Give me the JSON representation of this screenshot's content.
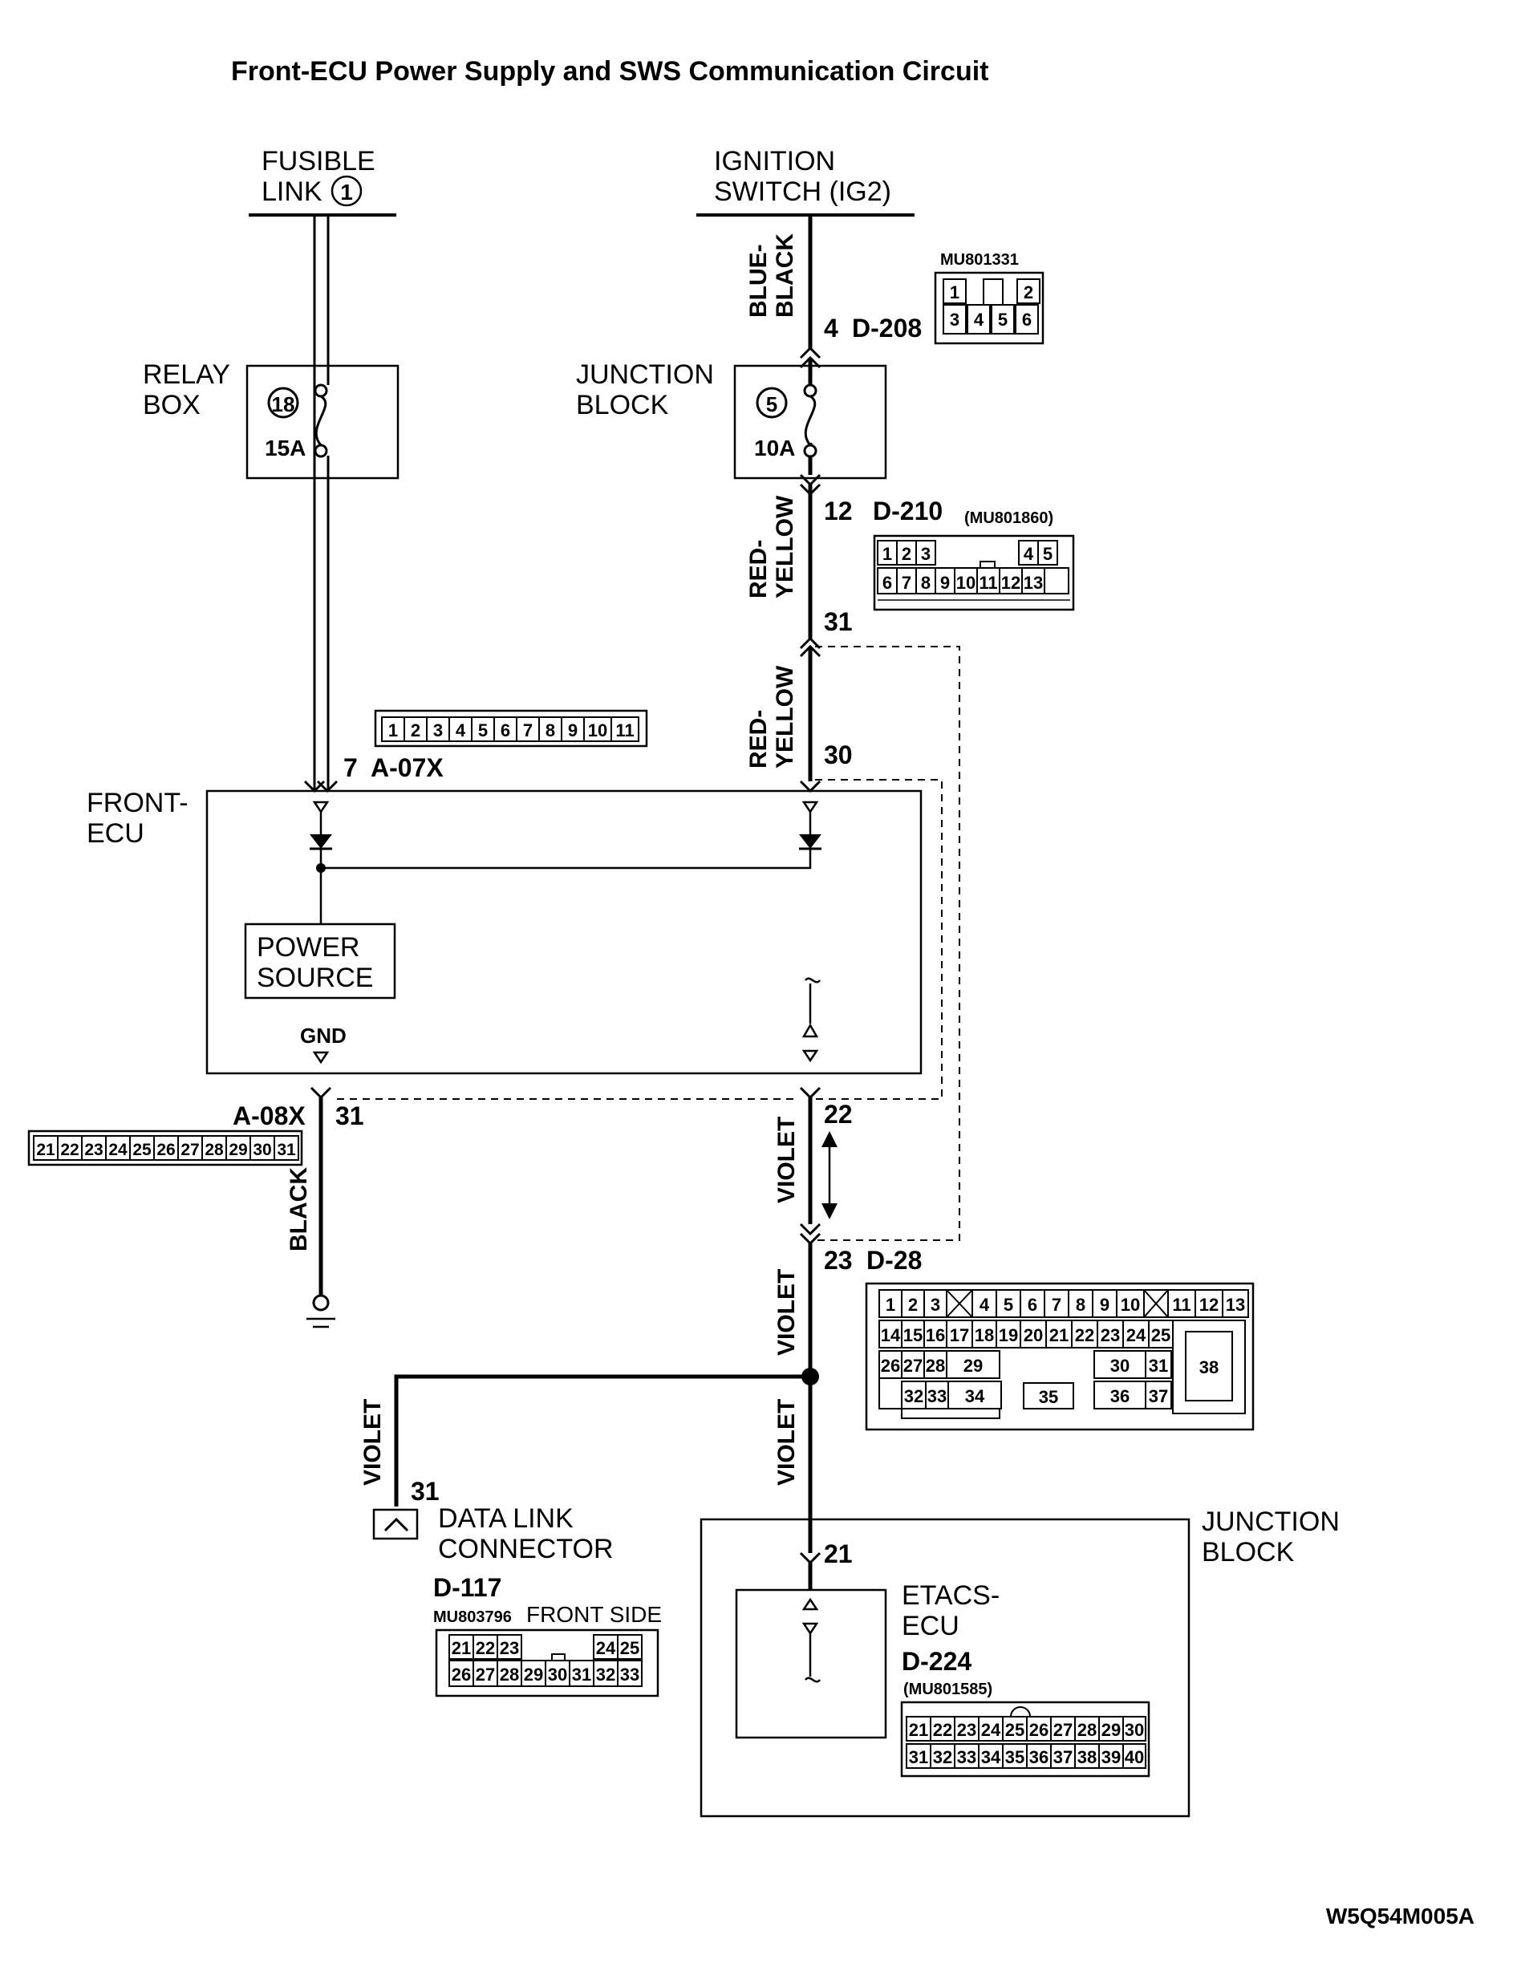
{
  "title": "Front-ECU Power Supply and SWS Communication Circuit",
  "drawing_code": "W5Q54M005A",
  "sources": {
    "fusible_link": {
      "line1": "FUSIBLE",
      "line2": "LINK",
      "number": "1"
    },
    "ignition_switch": {
      "line1": "IGNITION",
      "line2": "SWITCH (IG2)"
    }
  },
  "relay_box": {
    "line1": "RELAY",
    "line2": "BOX",
    "fuse_number": "18",
    "rating": "15A"
  },
  "junction_block_fuse": {
    "line1": "JUNCTION",
    "line2": "BLOCK",
    "fuse_number": "5",
    "rating": "10A"
  },
  "connectors": {
    "d208": {
      "pin": "4",
      "name": "D-208",
      "part": "MU801331",
      "row1": [
        "1",
        "",
        "2"
      ],
      "row2": [
        "3",
        "4",
        "5",
        "6"
      ]
    },
    "d210": {
      "pin": "12",
      "name": "D-210",
      "part": "(MU801860)",
      "row1": [
        "1",
        "2",
        "3",
        "",
        "",
        "",
        "4",
        "5"
      ],
      "row2": [
        "6",
        "7",
        "8",
        "9",
        "10",
        "11",
        "12",
        "13"
      ]
    },
    "a07x": {
      "pin": "7",
      "name": "A-07X",
      "pins": [
        "1",
        "2",
        "3",
        "4",
        "5",
        "6",
        "7",
        "8",
        "9",
        "10",
        "11"
      ]
    },
    "a08x": {
      "pin": "31",
      "name": "A-08X",
      "pins": [
        "21",
        "22",
        "23",
        "24",
        "25",
        "26",
        "27",
        "28",
        "29",
        "30",
        "31"
      ]
    },
    "d28": {
      "pin": "23",
      "name": "D-28",
      "row1": [
        "1",
        "2",
        "3",
        "4",
        "5",
        "6",
        "7",
        "8",
        "9",
        "10",
        "11",
        "12",
        "13"
      ],
      "row2": [
        "14",
        "15",
        "16",
        "17",
        "18",
        "19",
        "20",
        "21",
        "22",
        "23",
        "24",
        "25"
      ],
      "row3": [
        "26",
        "27",
        "28",
        "29",
        "30",
        "31",
        "38"
      ],
      "row4": [
        "32",
        "33",
        "34",
        "35",
        "36",
        "37"
      ]
    },
    "d117": {
      "pin": "31",
      "name": "D-117",
      "part": "MU803796",
      "side": "FRONT SIDE",
      "row1": [
        "21",
        "22",
        "23",
        "24",
        "25"
      ],
      "row2": [
        "26",
        "27",
        "28",
        "29",
        "30",
        "31",
        "32",
        "33"
      ]
    },
    "d224": {
      "pin": "21",
      "name": "D-224",
      "part": "(MU801585)",
      "row1": [
        "21",
        "22",
        "23",
        "24",
        "25",
        "26",
        "27",
        "28",
        "29",
        "30"
      ],
      "row2": [
        "31",
        "32",
        "33",
        "34",
        "35",
        "36",
        "37",
        "38",
        "39",
        "40"
      ]
    }
  },
  "pins": {
    "ig_d210_out": "31",
    "front_ecu_in": "30",
    "front_ecu_comm": "22"
  },
  "wires": {
    "blue_black_1": "BLUE-",
    "blue_black_2": "BLACK",
    "red_yellow_1": "RED-",
    "red_yellow_2": "YELLOW",
    "black": "BLACK",
    "violet": "VIOLET"
  },
  "front_ecu": {
    "line1": "FRONT-",
    "line2": "ECU",
    "power_source_1": "POWER",
    "power_source_2": "SOURCE",
    "gnd": "GND"
  },
  "data_link": {
    "line1": "DATA LINK",
    "line2": "CONNECTOR"
  },
  "junction_block_etacs": {
    "line1": "JUNCTION",
    "line2": "BLOCK",
    "ecu_line1": "ETACS-",
    "ecu_line2": "ECU"
  }
}
